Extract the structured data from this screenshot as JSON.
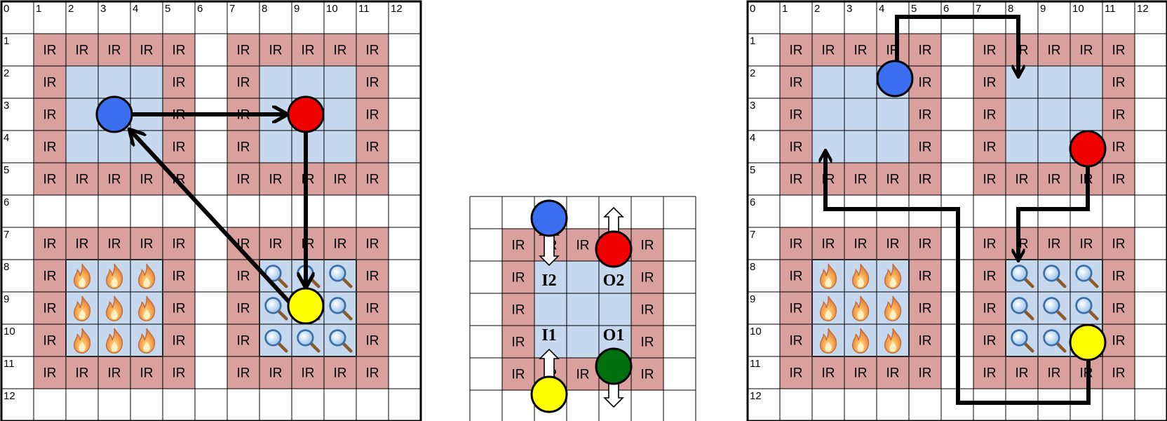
{
  "ir_label": "IR",
  "row_numbers": [
    "0",
    "1",
    "2",
    "3",
    "4",
    "5",
    "6",
    "7",
    "8",
    "9",
    "10",
    "11",
    "12"
  ],
  "col_numbers": [
    "0",
    "1",
    "2",
    "3",
    "4",
    "5",
    "6",
    "7",
    "8",
    "9",
    "10",
    "11",
    "12"
  ],
  "middle_labels": {
    "i2": "I2",
    "o2": "O2",
    "i1": "I1",
    "o1": "O1"
  },
  "colors": {
    "ir_cell": "#d9a09e",
    "open_cell": "#c6d8ee",
    "robot_blue": "#3a6ff0",
    "robot_red": "#f00000",
    "robot_yellow": "#ffff00",
    "robot_green": "#00700f"
  },
  "icons": {
    "fire_zone": "fire-icon",
    "search_zone": "magnifier-icon",
    "io_arrow": "double-arrow-icon"
  }
}
